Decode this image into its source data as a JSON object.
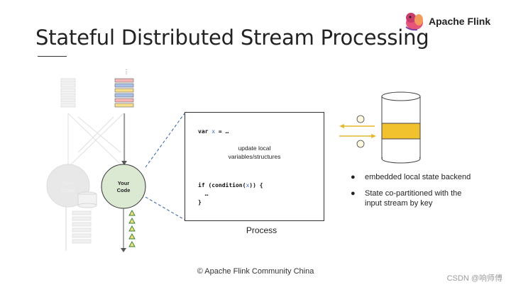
{
  "slide": {
    "title": "Stateful Distributed Stream Processing",
    "brand": "Apache Flink",
    "operator_label": "Your\nCode",
    "ghost_operator_label": "Your\nCode",
    "input_ellipsis": "⋮",
    "code_lines": {
      "line1_kw": "var ",
      "line1_var": "x",
      "line1_rest": " = …",
      "note": "update local variables/structures",
      "line2_kw": "if (condition(",
      "line2_var": "x",
      "line2_rest": ")) {",
      "line3": "  …",
      "line4": "}"
    },
    "process_label": "Process",
    "bullets": [
      "embedded local state backend",
      "State co-partitioned with the input stream by key"
    ],
    "bullet_glyph": "●",
    "footer": "© Apache Flink Community China",
    "watermark": "CSDN @响师傅"
  },
  "colors": {
    "operator_fill": "#dbe9d3",
    "state_band": "#f2c12e",
    "arrow_yellow": "#e6b72a",
    "ghost_fill": "#e8e8e8",
    "record_colors": [
      "#f4b6b6",
      "#a9c1e8",
      "#f6de8a",
      "#a9c1e8",
      "#f4b6b6",
      "#f6de8a"
    ],
    "triangle_fill": "#f2e07a",
    "triangle_stroke": "#2e7d32"
  }
}
